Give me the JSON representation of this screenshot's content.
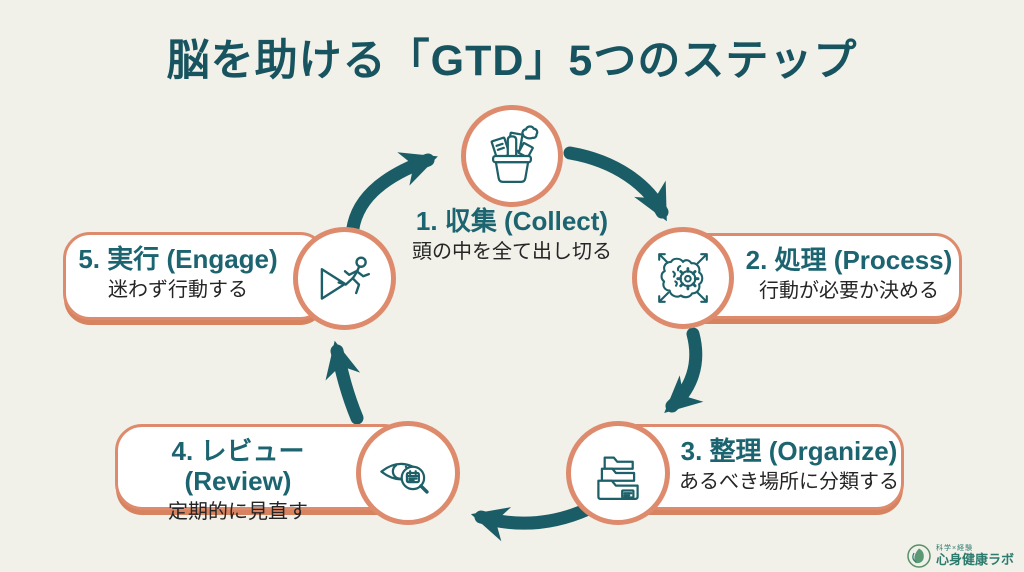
{
  "title": "脳を助ける「GTD」5つのステップ",
  "steps": [
    {
      "number_title": "1. 収集 (Collect)",
      "subtitle": "頭の中を全て出し切る",
      "icon": "basket-collect-icon"
    },
    {
      "number_title": "2. 処理 (Process)",
      "subtitle": "行動が必要か決める",
      "icon": "brain-gear-process-icon"
    },
    {
      "number_title": "3. 整理 (Organize)",
      "subtitle": "あるべき場所に分類する",
      "icon": "folders-organize-icon"
    },
    {
      "number_title": "4. レビュー (Review)",
      "subtitle": "定期的に見直す",
      "icon": "eye-magnifier-review-icon"
    },
    {
      "number_title": "5. 実行 (Engage)",
      "subtitle": "迷わず行動する",
      "icon": "play-runner-engage-icon"
    }
  ],
  "brand": {
    "tagline": "科学×経験",
    "name": "心身健康ラボ"
  },
  "colors": {
    "background": "#f1f0e9",
    "teal": "#1b5d66",
    "salmon": "#dd8b6c",
    "panel_white": "#ffffff",
    "text_dark": "#252525"
  }
}
